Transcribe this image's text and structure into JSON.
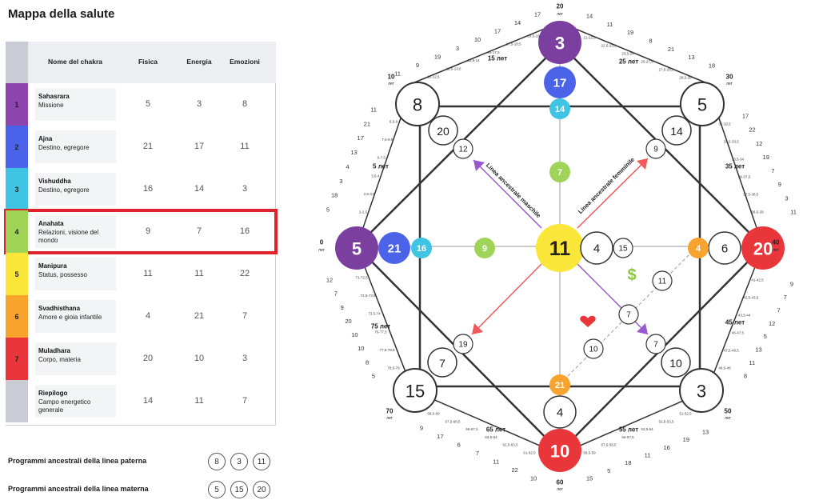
{
  "page": {
    "title": "Mappa della salute"
  },
  "table": {
    "headers": {
      "name": "Nome del chakra",
      "physical": "Fisica",
      "energy": "Energia",
      "emotions": "Emozioni"
    },
    "rows": [
      {
        "index": "1",
        "name": "Sahasrara",
        "desc": "Missione",
        "physical": "5",
        "energy": "3",
        "emotions": "8",
        "color": "#8e44ad"
      },
      {
        "index": "2",
        "name": "Ajna",
        "desc": "Destino, egregore",
        "physical": "21",
        "energy": "17",
        "emotions": "11",
        "color": "#4a63e8"
      },
      {
        "index": "3",
        "name": "Vishuddha",
        "desc": "Destino, egregore",
        "physical": "16",
        "energy": "14",
        "emotions": "3",
        "color": "#40c4e4"
      },
      {
        "index": "4",
        "name": "Anahata",
        "desc": "Relazioni, visione del mondo",
        "physical": "9",
        "energy": "7",
        "emotions": "16",
        "color": "#9fd459"
      },
      {
        "index": "5",
        "name": "Manipura",
        "desc": "Status, possesso",
        "physical": "11",
        "energy": "11",
        "emotions": "22",
        "color": "#fbe63a"
      },
      {
        "index": "6",
        "name": "Svadhisthana",
        "desc": "Amore e gioia infantile",
        "physical": "4",
        "energy": "21",
        "emotions": "7",
        "color": "#f7a32e"
      },
      {
        "index": "7",
        "name": "Muladhara",
        "desc": "Corpo, materia",
        "physical": "20",
        "energy": "10",
        "emotions": "3",
        "color": "#e8363a"
      },
      {
        "index": "",
        "name": "Riepilogo",
        "desc": "Campo energetico generale",
        "physical": "14",
        "energy": "11",
        "emotions": "7",
        "color": "#c9ccd4"
      }
    ]
  },
  "programs": {
    "paternal": {
      "label": "Programmi ancestrali della linea paterna",
      "values": [
        "8",
        "3",
        "11"
      ]
    },
    "maternal": {
      "label": "Programmi ancestrali della linea materna",
      "values": [
        "5",
        "15",
        "20"
      ]
    }
  },
  "diagram": {
    "colors": {
      "purple": "#7b3fa0",
      "blue": "#4a63e8",
      "cyan": "#40c4e4",
      "green": "#9fd459",
      "yellow": "#fbe63a",
      "orange": "#f7a32e",
      "red": "#e8363a",
      "line_red": "#f05a5a",
      "line_purple": "#9b59d0"
    },
    "center": "11",
    "top": "3",
    "top_blue": "17",
    "top_cyan": "14",
    "top_green": "7",
    "left": "5",
    "left_blue": "21",
    "left_cyan": "16",
    "left_green": "9",
    "right": "20",
    "right_4": "4",
    "right_6": "6",
    "mid_4": "4",
    "mid_15": "15",
    "bottom": "10",
    "bottom_4": "4",
    "bottom_orange": "21",
    "corner_tl": "8",
    "corner_tl_inner": "20",
    "corner_tl_small": "12",
    "corner_tr": "5",
    "corner_tr_inner": "14",
    "corner_tr_small": "9",
    "corner_bl": "15",
    "corner_bl_inner": "7",
    "corner_bl_small": "19",
    "corner_br": "3",
    "corner_br_inner": "10",
    "corner_br_small": "7",
    "inner_11": "11",
    "inner_7": "7",
    "inner_10": "10",
    "line_male": "Linea ancestrale maschile",
    "line_female": "Linea ancestrale femminile",
    "dollar": "$",
    "age_labels": {
      "a0": "0",
      "a10": "10",
      "a20": "20",
      "a30": "30",
      "a40": "40",
      "a50": "50",
      "a60": "60",
      "a70": "70",
      "let": "лет",
      "l5": "5 лет",
      "l15": "15 лет",
      "l25": "25 лет",
      "l35": "35 лет",
      "l45": "45 лет",
      "l55": "55 лет",
      "l65": "65 лет",
      "l75": "75 лет"
    },
    "outer_nums": {
      "top_left": [
        "11",
        "9",
        "19",
        "3",
        "10",
        "17",
        "14",
        "17"
      ],
      "top_right": [
        "14",
        "11",
        "19",
        "8",
        "21",
        "13",
        "18"
      ],
      "right_upper": [
        "17",
        "22",
        "12",
        "19",
        "7",
        "9",
        "3",
        "11"
      ],
      "right_lower": [
        "9",
        "7",
        "7",
        "12",
        "5",
        "13",
        "11",
        "8"
      ],
      "bottom_right": [
        "13",
        "19",
        "16",
        "11",
        "18",
        "5",
        "15"
      ],
      "bottom_left": [
        "10",
        "22",
        "11",
        "7",
        "6",
        "17",
        "9"
      ],
      "left_lower": [
        "12",
        "7",
        "9",
        "20",
        "10",
        "10",
        "8",
        "5"
      ],
      "left_upper": [
        "11",
        "21",
        "17",
        "13",
        "4",
        "3",
        "18",
        "5"
      ]
    },
    "ranges": {
      "tl": [
        "18,5-19",
        "17,5-18,5",
        "16-17,5",
        "13,5-14",
        "12,5-13,5",
        "11-12,5"
      ],
      "tr": [
        "21-22,5",
        "22,5-23,5",
        "23,5-24",
        "26-27,5",
        "27,5-28,5",
        "28,5-29"
      ],
      "rt": [
        "31-32,5",
        "32,5-33,5",
        "33,5-34",
        "36-37,5",
        "37,5-38,5",
        "38,5-39"
      ],
      "rb": [
        "41-42,5",
        "42,5-43,5",
        "43,5-44",
        "46-47,5",
        "47,5-48,5",
        "48,5-49"
      ],
      "br": [
        "51-52,5",
        "52,5-53,5",
        "53,5-54",
        "56-57,5",
        "57,5-58,5",
        "58,5-59"
      ],
      "bl": [
        "61-62,5",
        "62,5-63,5",
        "63,5-64",
        "66-67,5",
        "67,5-68,5",
        "68,5-69"
      ],
      "lb": [
        "71-72,5",
        "72,5-73,5",
        "73,5-74",
        "76-77,5",
        "77,5-78,5",
        "78,5-79"
      ],
      "lt": [
        "1-2,5",
        "2,5-3,5",
        "3,5-4",
        "6-7,5",
        "7,5-8,5",
        "8,5-9"
      ]
    }
  }
}
